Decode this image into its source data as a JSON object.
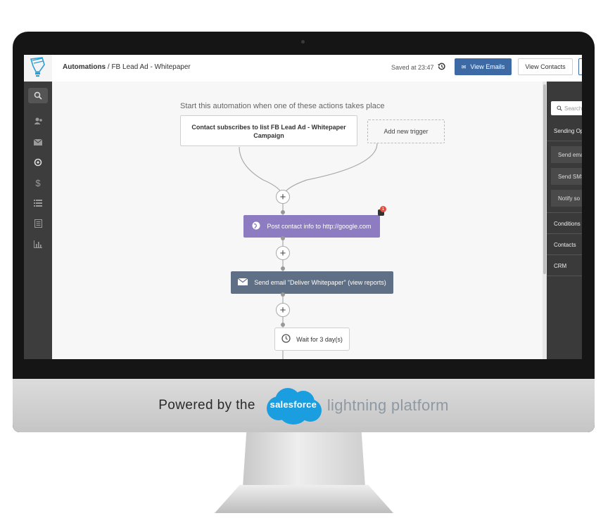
{
  "header": {
    "breadcrumb_root": "Automations",
    "breadcrumb_separator": "/",
    "breadcrumb_current": "FB Lead Ad - Whitepaper",
    "saved_text": "Saved at 23:47",
    "view_emails_label": "View Emails",
    "view_contacts_label": "View Contacts"
  },
  "sidebar": {
    "icons": [
      "search-icon",
      "contacts-icon",
      "mail-icon",
      "automation-icon",
      "dollar-icon",
      "list-icon",
      "forms-icon",
      "reports-icon"
    ],
    "active": "search-icon"
  },
  "canvas": {
    "heading": "Start this automation when one of these actions takes place",
    "trigger_label": "Contact subscribes to list FB Lead Ad - Whitepaper Campaign",
    "add_trigger_label": "Add new trigger",
    "post_action_label": "Post contact info to http://google.com",
    "post_action_badge": "1",
    "send_email_label": "Send email \"Deliver Whitepaper\" (view reports)",
    "wait_label": "Wait for 3 day(s)",
    "plus_symbol": "+"
  },
  "right_panel": {
    "search_placeholder": "Search",
    "section_sending": "Sending Op",
    "items": [
      "Send ema",
      "Send SMS",
      "Notify so"
    ],
    "sections": [
      "Conditions",
      "Contacts",
      "CRM"
    ]
  },
  "branding": {
    "powered_text": "Powered by the",
    "salesforce_text": "salesforce",
    "platform_text": "lightning platform"
  },
  "colors": {
    "view_emails_button": "#3d6aa5",
    "post_action": "#8e7cc3",
    "send_email_action": "#5f6f85",
    "salesforce_cloud": "#1a9ee0",
    "sidebar": "#3d3d3d"
  }
}
